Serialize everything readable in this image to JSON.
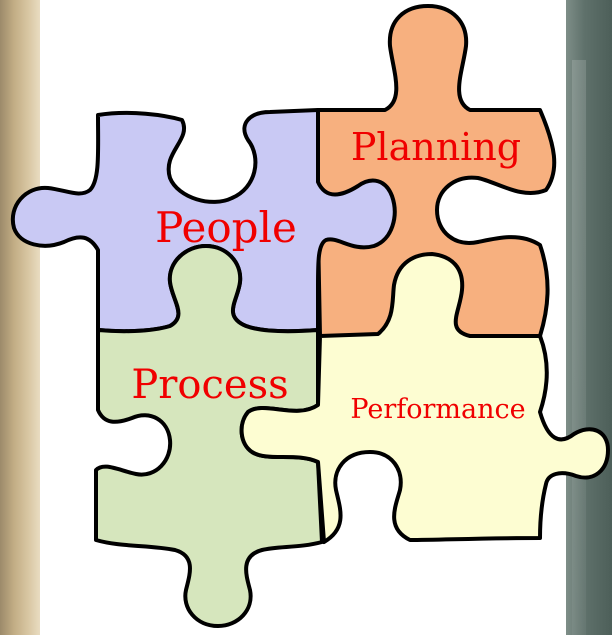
{
  "pieces": {
    "people": {
      "label": "People",
      "color": "#c9c9f4"
    },
    "planning": {
      "label": "Planning",
      "color": "#f7b07f"
    },
    "process": {
      "label": "Process",
      "color": "#d6e6bd"
    },
    "performance": {
      "label": "Performance",
      "color": "#fdfdd2"
    }
  },
  "label_color": "#f00000"
}
